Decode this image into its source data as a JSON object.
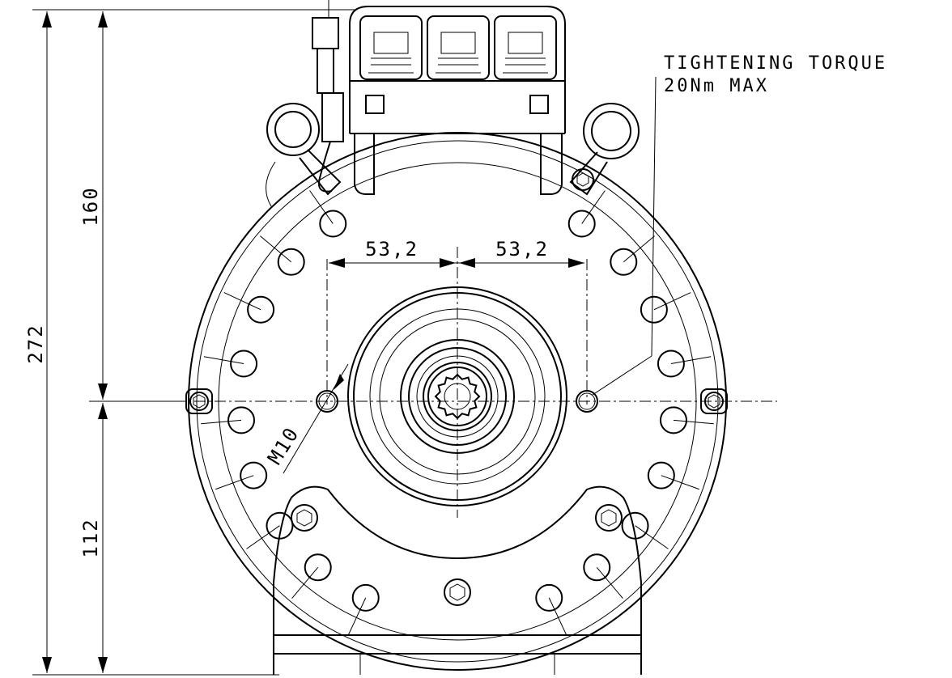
{
  "dimensions": {
    "overall_height": "272",
    "upper_height": "160",
    "lower_height": "112",
    "hole_spacing_left": "53,2",
    "hole_spacing_right": "53,2",
    "thread": "M10"
  },
  "notes": {
    "torque_line1": "TIGHTENING TORQUE",
    "torque_line2": "20Nm MAX"
  }
}
